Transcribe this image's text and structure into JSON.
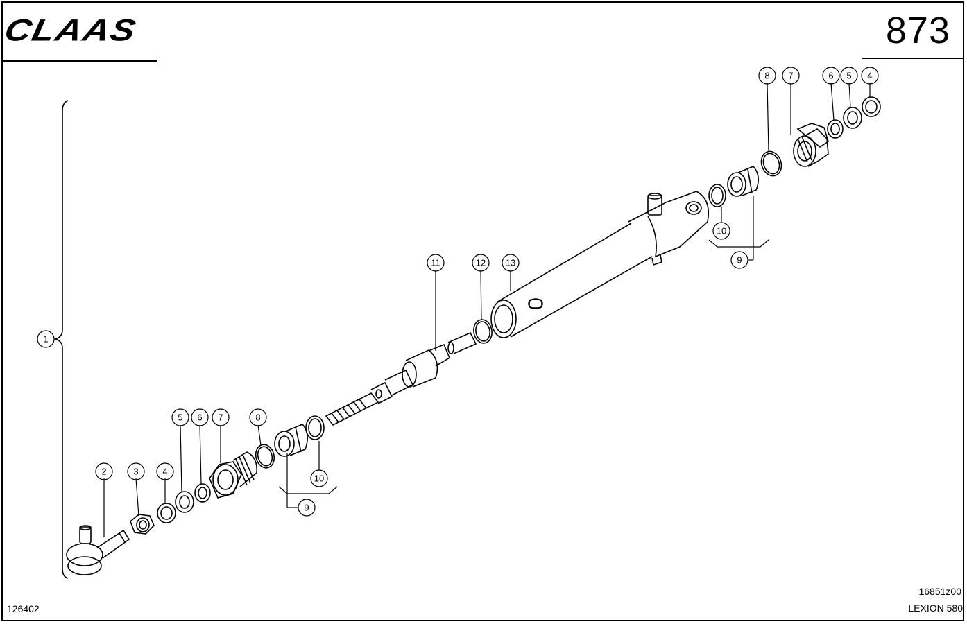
{
  "header": {
    "brand": "CLAAS",
    "page_number": "873"
  },
  "footer": {
    "drawing_number": "126402",
    "image_code": "16851z00",
    "model": "LEXION 580"
  },
  "callouts": {
    "c1": "1",
    "c2": "2",
    "c3": "3",
    "c4a": "4",
    "c5a": "5",
    "c6a": "6",
    "c7a": "7",
    "c8a": "8",
    "c9a": "9",
    "c10a": "10",
    "c11": "11",
    "c12": "12",
    "c13": "13",
    "c8b": "8",
    "c7b": "7",
    "c6b": "6",
    "c5b": "5",
    "c4b": "4",
    "c10b": "10",
    "c9b": "9"
  }
}
